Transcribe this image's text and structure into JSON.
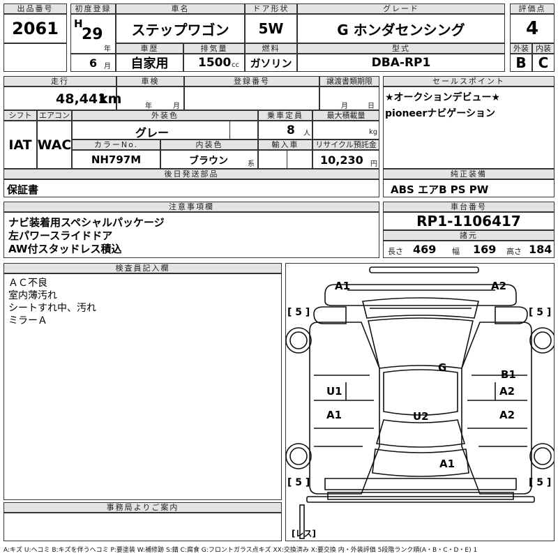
{
  "top": {
    "lot_no_label": "出品番号",
    "lot_no": "2061",
    "first_reg_label": "初度登録",
    "era": "H",
    "year": "29",
    "year_unit": "年",
    "month": "6",
    "month_unit": "月",
    "car_name_label": "車名",
    "car_name": "ステップワゴン",
    "door_label": "ドア形状",
    "door": "5W",
    "grade_label": "グレード",
    "grade": "G ホンダセンシング",
    "score_label": "評価点",
    "score": "4",
    "history_label": "車歴",
    "history": "自家用",
    "displacement_label": "排気量",
    "displacement": "1500",
    "displacement_unit": "cc",
    "fuel_label": "燃料",
    "fuel": "ガソリン",
    "model_label": "型式",
    "model": "DBA-RP1",
    "ext_label": "外装",
    "ext_grade": "B",
    "int_label": "内装",
    "int_grade": "C"
  },
  "second": {
    "mileage_label": "走行",
    "mileage": "48,441",
    "mileage_unit": "km",
    "inspection_label": "車検",
    "insp_year_unit": "年",
    "insp_month_unit": "月",
    "plate_label": "登録番号",
    "transfer_label": "譲渡書類期限",
    "transfer_month_unit": "月",
    "transfer_day_unit": "日",
    "sales_label": "セールスポイント",
    "sales_lines": [
      "★オークションデビュー★",
      "pioneerナビゲーション"
    ],
    "shift_label": "シフト",
    "shift": "IAT",
    "ac_label": "エアコン",
    "ac": "WAC",
    "color_label": "外装色",
    "color": "グレー",
    "capacity_label": "乗車定員",
    "capacity": "8",
    "capacity_unit": "人",
    "load_label": "最大積載量",
    "load_unit": "kg",
    "color_no_label": "カラーNo.",
    "color_no": "NH797M",
    "interior_color_label": "内装色",
    "interior_color": "ブラウン",
    "interior_suffix": "系",
    "import_label": "輸入車",
    "recycle_label": "リサイクル預託金",
    "recycle": "10,230",
    "recycle_unit": "円",
    "later_label": "後日発送部品",
    "later": "保証書",
    "equip_label": "純正装備",
    "equip": "ABS エアB PS PW"
  },
  "notes": {
    "label": "注意事項欄",
    "lines": [
      "ナビ装着用スペシャルパッケージ",
      "左パワースライドドア",
      "AW付スタッドレス積込"
    ]
  },
  "chassis": {
    "label": "車台番号",
    "value": "RP1-1106417",
    "spec_label": "諸元",
    "length_label": "長さ",
    "length": "469",
    "width_label": "幅",
    "width": "169",
    "height_label": "高さ",
    "height": "184"
  },
  "inspector": {
    "label": "検査員記入欄",
    "lines": [
      "ＡＣ不良",
      "室内薄汚れ",
      "シートすれ中、汚れ",
      "ミラーＡ"
    ]
  },
  "office": {
    "label": "事務局よりご案内"
  },
  "diagram": {
    "marks": {
      "front_left": "A1",
      "front_right": "A2",
      "tire_fl": "[ 5 ]",
      "tire_fr": "[ 5 ]",
      "tire_rl": "[ 5 ]",
      "tire_rr": "[ 5 ]",
      "roof": "G",
      "left_slide": "U1",
      "right_door_b": "B1",
      "right_door_a": "A2",
      "left_rear": "A1",
      "center": "U2",
      "right_rear": "A2",
      "rear": "A1",
      "spare": "[レス]"
    }
  },
  "legend": "A:キズ U:ヘコミ B:キズを伴うヘコミ P:要塗装 W:補修跡 S:錆 C:腐食 G:フロントガラス点キズ XX:交換済み X:要交換 内・外装評価 5段階ランク順(A・B・C・D・E) 1"
}
